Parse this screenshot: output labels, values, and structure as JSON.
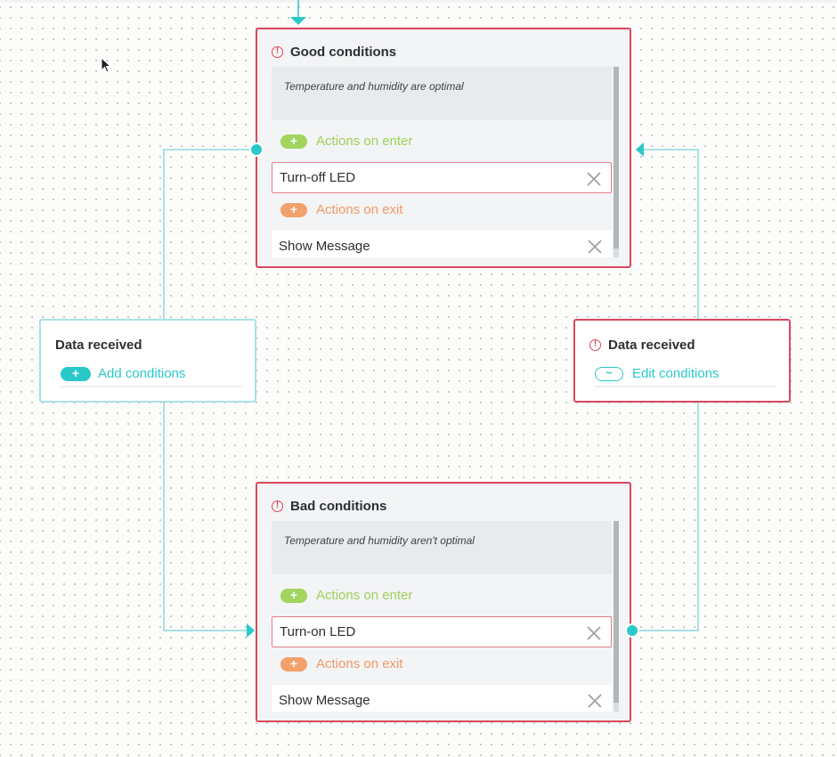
{
  "states": [
    {
      "title": "Good conditions",
      "description": "Temperature and humidity are optimal",
      "enter_label": "Actions on enter",
      "enter_action": "Turn-off LED",
      "exit_label": "Actions on exit",
      "exit_action": "Show Message"
    },
    {
      "title": "Bad conditions",
      "description": "Temperature and humidity aren't optimal",
      "enter_label": "Actions on enter",
      "enter_action": "Turn-on LED",
      "exit_label": "Actions on exit",
      "exit_action": "Show Message"
    }
  ],
  "transitions": [
    {
      "title": "Data received",
      "condition_label": "Add conditions",
      "has_error": false
    },
    {
      "title": "Data received",
      "condition_label": "Edit conditions",
      "has_error": true
    }
  ],
  "icons": {
    "error": "exclamation-circle-icon",
    "add": "plus-icon",
    "remove": "close-x-icon",
    "edit": "tilde-icon",
    "pointer": "mouse-cursor-icon"
  },
  "colors": {
    "error": "#d9475e",
    "wire": "#a8e2e4",
    "port": "#2bc8c9",
    "enter": "#a2d45e",
    "exit": "#f2a06c"
  }
}
